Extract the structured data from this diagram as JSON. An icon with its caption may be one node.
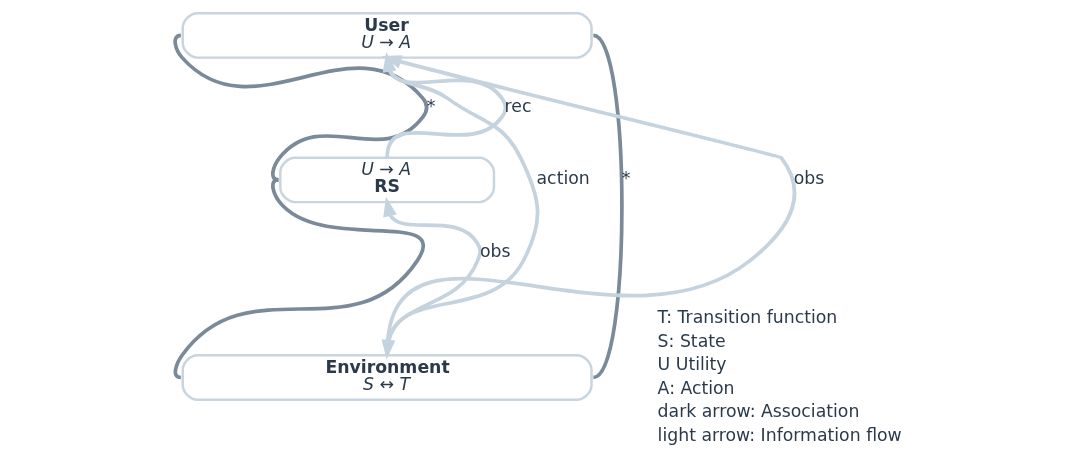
{
  "diagram": {
    "nodes": [
      {
        "text": [
          "User",
          "U → A"
        ]
      },
      {
        "text": [
          "U → A",
          "RS"
        ]
      },
      {
        "text": [
          "Environment",
          "S ↔ T"
        ]
      }
    ],
    "edges": [
      {
        "from": 1,
        "to": 0,
        "arrow": "to",
        "label": "rec"
      },
      {
        "from": 2,
        "to": 0,
        "arrow": "to",
        "label": "obs"
      },
      {
        "from": 0,
        "to": 2,
        "arrow": "to",
        "label": "action"
      },
      {
        "from": 2,
        "to": 1,
        "arrow": "to",
        "label": "obs"
      },
      {
        "from": 0,
        "to": 1,
        "arrow": "none",
        "label": "*",
        "color": "#7b8a99"
      },
      {
        "from": 1,
        "to": 2,
        "arrow": "none",
        "color": "#7b8a99"
      },
      {
        "from": 0,
        "to": 2,
        "arrow": "none",
        "label": "*",
        "color": "#7b8a99"
      }
    ],
    "labels": [
      "T: Transition function",
      "S: State",
      "U Utility",
      "A: Action",
      "dark arrow: Association",
      "light arrow: Information flow"
    ]
  }
}
